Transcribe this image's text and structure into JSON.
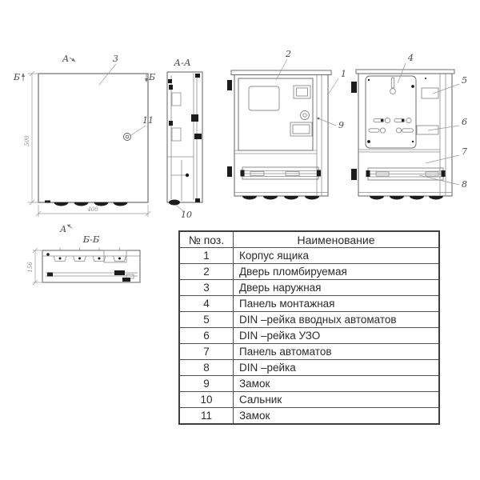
{
  "drawing": {
    "front_view": {
      "section_marker_top": "А",
      "section_marker_bottom": "А",
      "view_marker_left": "Б",
      "view_marker_right": "Б",
      "callout_outer_door": "3",
      "callout_lock": "11",
      "dim_height": "500",
      "dim_width": "400"
    },
    "section_aa": {
      "title": "А-А",
      "callout_gland": "10"
    },
    "door_open_view": {
      "callout_sealed_door": "2",
      "callout_body": "1",
      "callout_lock": "9"
    },
    "internal_view": {
      "callout_mounting_panel": "4",
      "callout_din_input": "5",
      "callout_din_uzo": "6",
      "callout_breaker_panel": "7",
      "callout_din_rail": "8"
    },
    "section_bb": {
      "title": "Б-Б",
      "dim_depth": "156"
    }
  },
  "table": {
    "headers": {
      "position": "№ поз.",
      "name": "Наименование"
    },
    "rows": [
      {
        "num": "1",
        "name": "Корпус ящика"
      },
      {
        "num": "2",
        "name": "Дверь пломбируемая"
      },
      {
        "num": "3",
        "name": "Дверь наружная"
      },
      {
        "num": "4",
        "name": "Панель монтажная"
      },
      {
        "num": "5",
        "name": "DIN –рейка вводных автоматов"
      },
      {
        "num": "6",
        "name": "DIN –рейка УЗО"
      },
      {
        "num": "7",
        "name": "Панель автоматов"
      },
      {
        "num": "8",
        "name": "DIN –рейка"
      },
      {
        "num": "9",
        "name": "Замок"
      },
      {
        "num": "10",
        "name": "Сальник"
      },
      {
        "num": "11",
        "name": "Замок"
      }
    ]
  },
  "colors": {
    "background": "#ffffff",
    "outline": "#6f6f6f",
    "thin_line": "#8c8c8c",
    "black_detail": "#1c1c1c",
    "label_text": "#4a4a4a",
    "table_border": "#4a4a4a",
    "table_text": "#2b2b2b"
  }
}
